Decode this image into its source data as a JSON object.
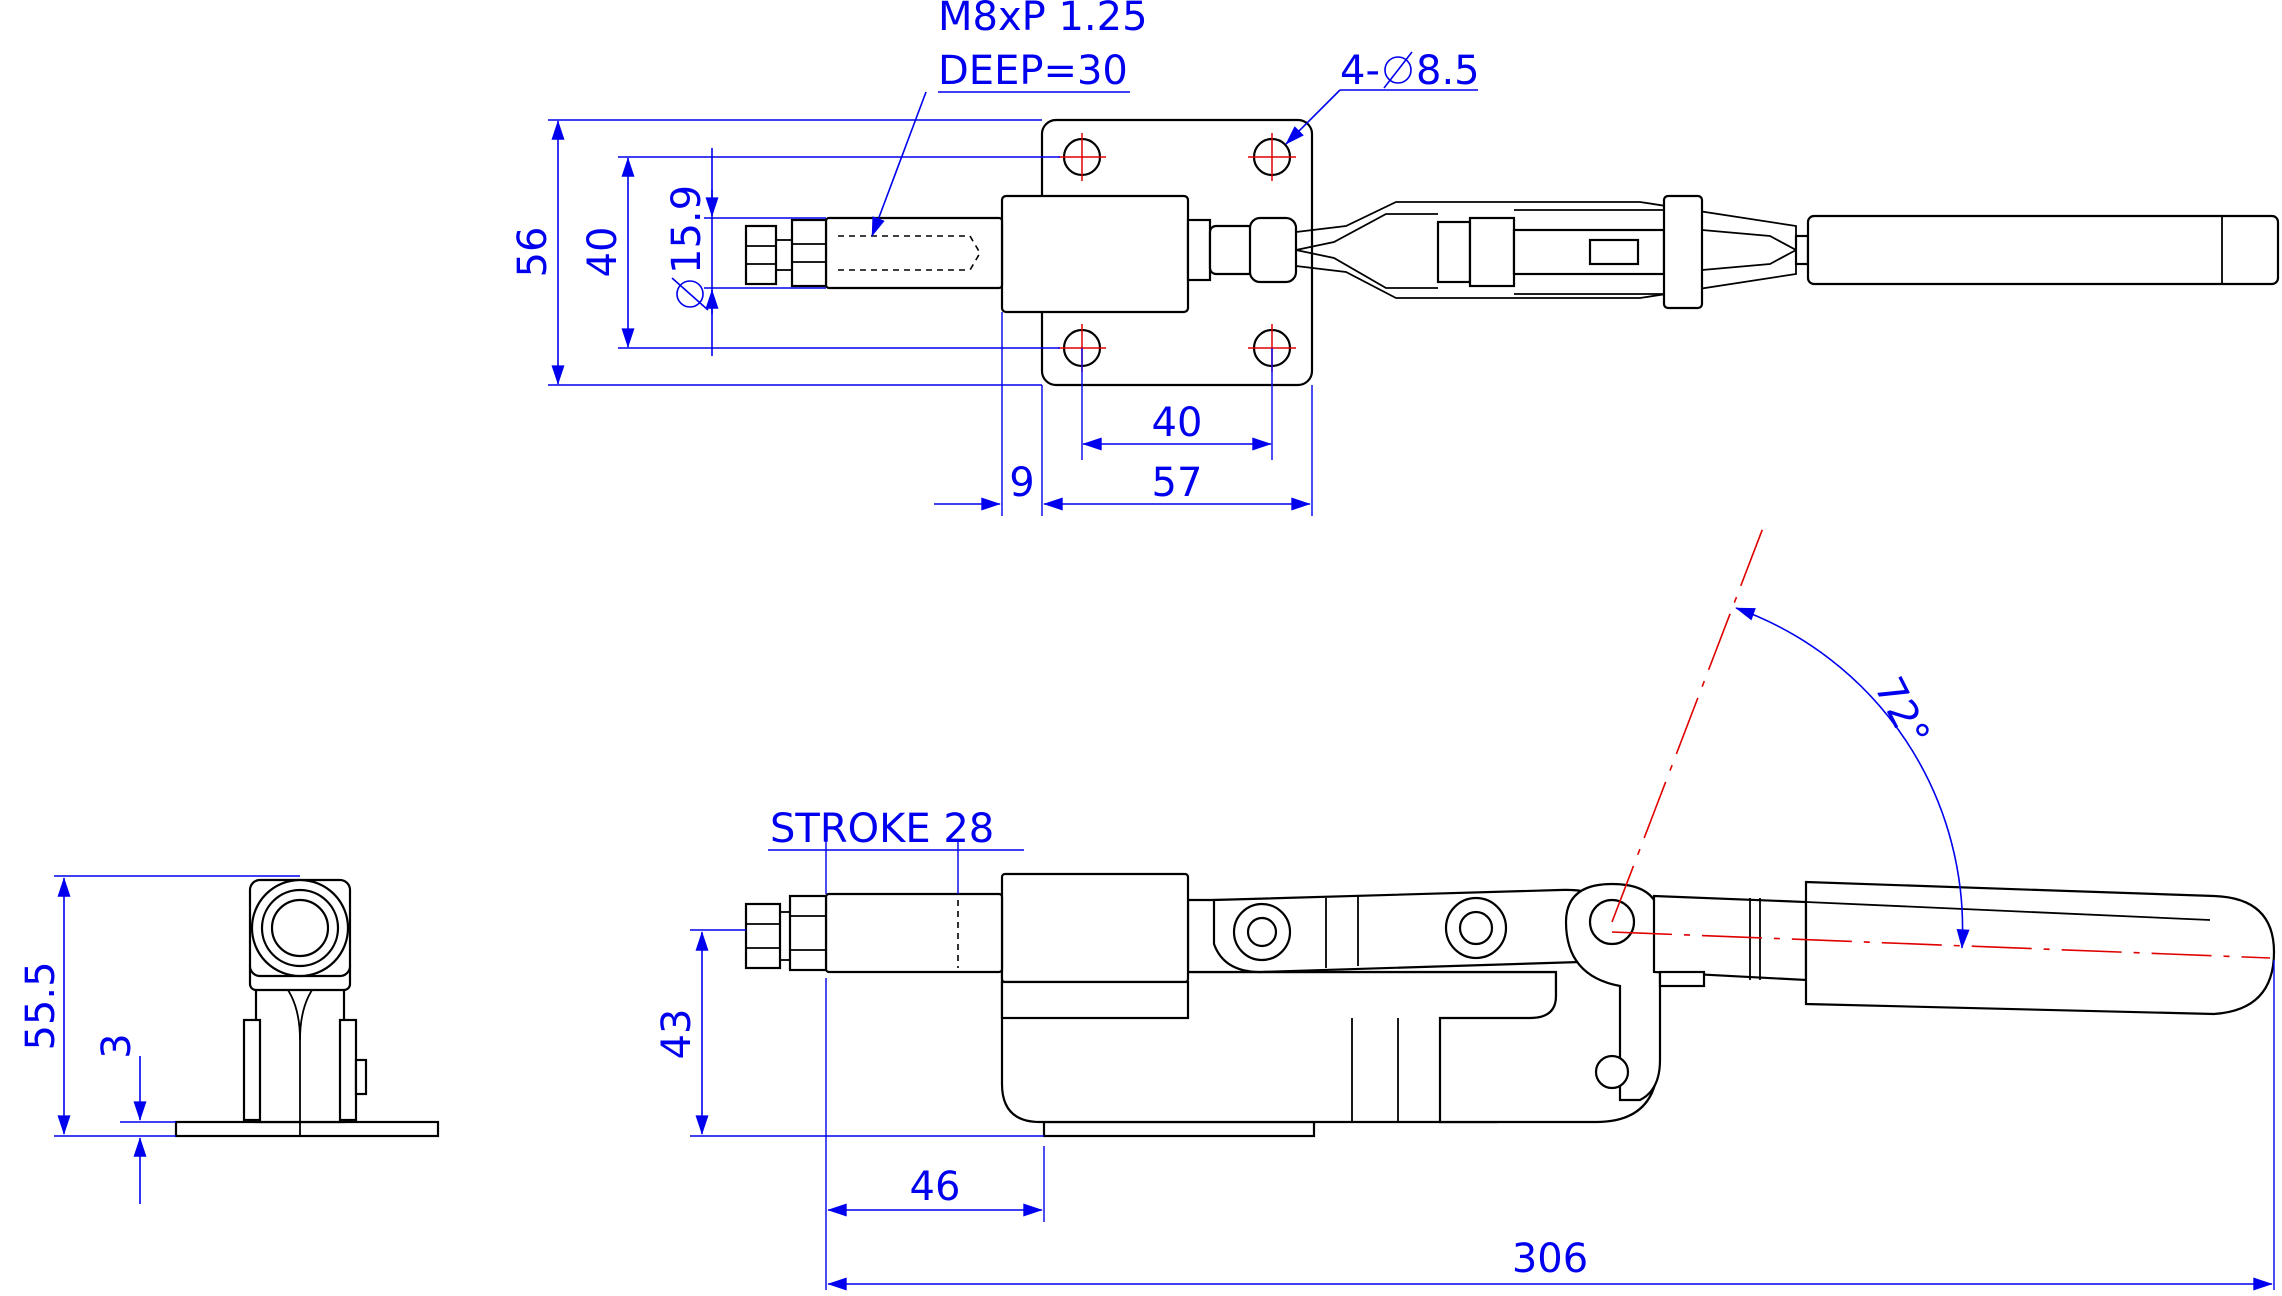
{
  "colors": {
    "dimension": "#0000ee",
    "centerline": "#e00000",
    "outline": "#000000",
    "background": "#ffffff"
  },
  "top_view": {
    "thread_label": "M8xP 1.25",
    "deep_label": "DEEP=30",
    "holes_label": "4-",
    "holes_diameter": "8.5",
    "dim_56": "56",
    "dim_40_vertical": "40",
    "dim_dia_15_9": "15.9",
    "dim_40_horizontal": "40",
    "dim_9": "9",
    "dim_57": "57"
  },
  "side_view": {
    "stroke_label": "STROKE 28",
    "dim_43": "43",
    "dim_46": "46",
    "dim_306": "306",
    "angle_label": "72°"
  },
  "end_view": {
    "dim_55_5": "55.5",
    "dim_3": "3"
  }
}
